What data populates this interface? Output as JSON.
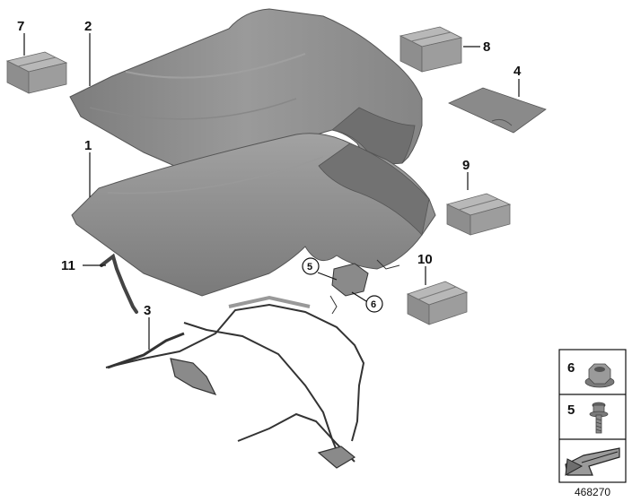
{
  "diagram": {
    "reference_number": "468270",
    "callouts": {
      "c7": "7",
      "c2": "2",
      "c8": "8",
      "c4": "4",
      "c1": "1",
      "c9": "9",
      "c11": "11",
      "c10": "10",
      "c5": "5",
      "c6": "6",
      "c3": "3"
    },
    "legend": {
      "row6": "6",
      "row5": "5"
    },
    "parts": {
      "p1": "convertible-top-cover",
      "p2": "convertible-top-cover-alternate",
      "p3": "top-frame-mechanism",
      "p4": "repair-patch-sheet",
      "p5": "screw",
      "p6": "nut",
      "p7": "kit-box",
      "p8": "kit-box",
      "p9": "kit-box",
      "p10": "kit-box",
      "p11": "bent-rod"
    },
    "colors": {
      "cover_fill": "#8c8c8c",
      "cover_shadow": "#6e6e6e",
      "box_fill": "#a0a0a0",
      "line": "#111111",
      "background": "#ffffff"
    }
  }
}
